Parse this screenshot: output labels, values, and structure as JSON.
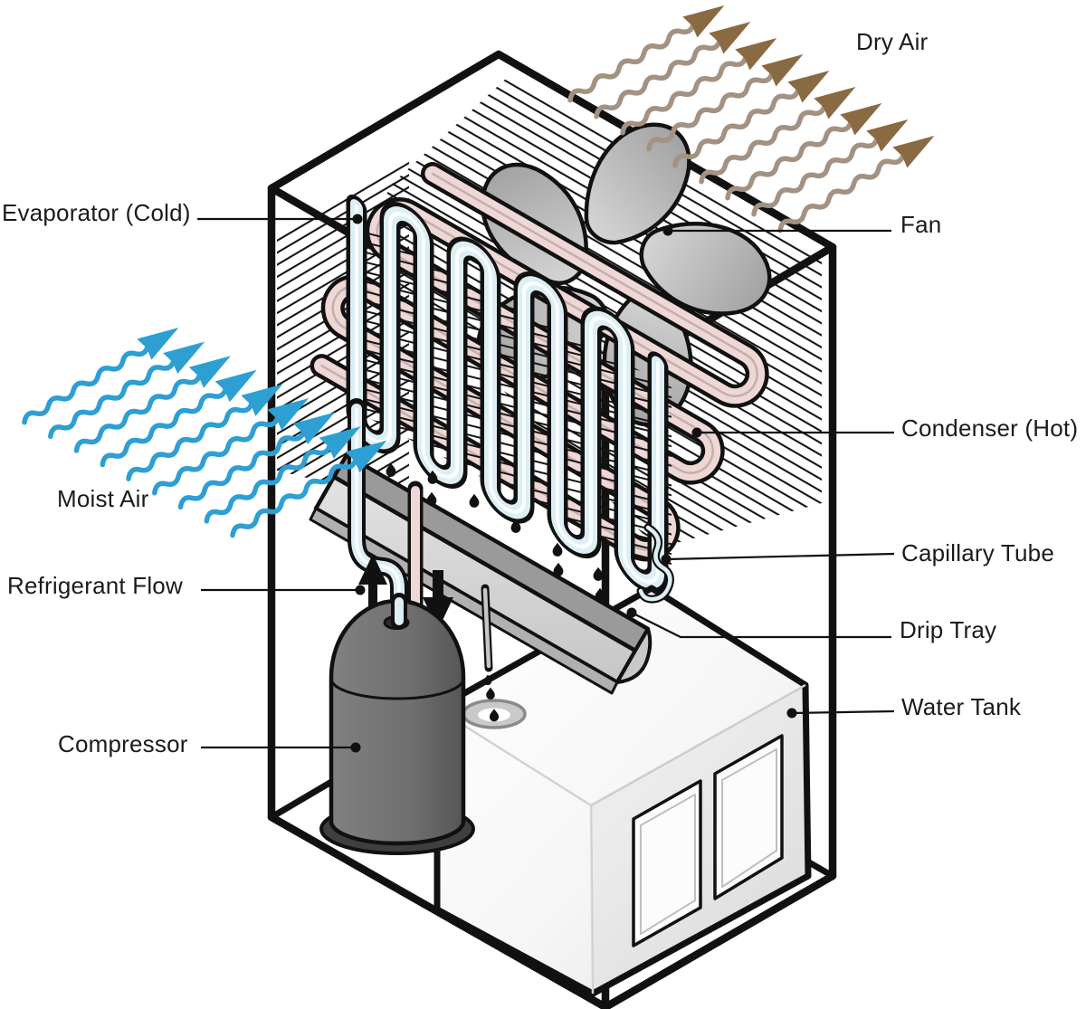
{
  "diagram": {
    "labels": {
      "evaporator": "Evaporator (Cold)",
      "fan": "Fan",
      "condenser": "Condenser (Hot)",
      "capillary_tube": "Capillary Tube",
      "drip_tray": "Drip Tray",
      "water_tank": "Water Tank",
      "compressor": "Compressor",
      "refrigerant_flow": "Refrigerant Flow",
      "moist_air": "Moist Air",
      "dry_air": "Dry Air"
    },
    "colors": {
      "outline": "#111111",
      "evaporator_tube": "#ddeef5",
      "condenser_tube": "#eed7d4",
      "moist_air_arrow": "#2d9fd3",
      "dry_air_tail": "#a39282",
      "dry_air_head": "#8a6a42",
      "fan_blade": "#b5b5b5",
      "compressor_body": "#6f6f6f",
      "drip_tray": "#d9d9d9",
      "water_tank": "#f8f8f8"
    }
  }
}
